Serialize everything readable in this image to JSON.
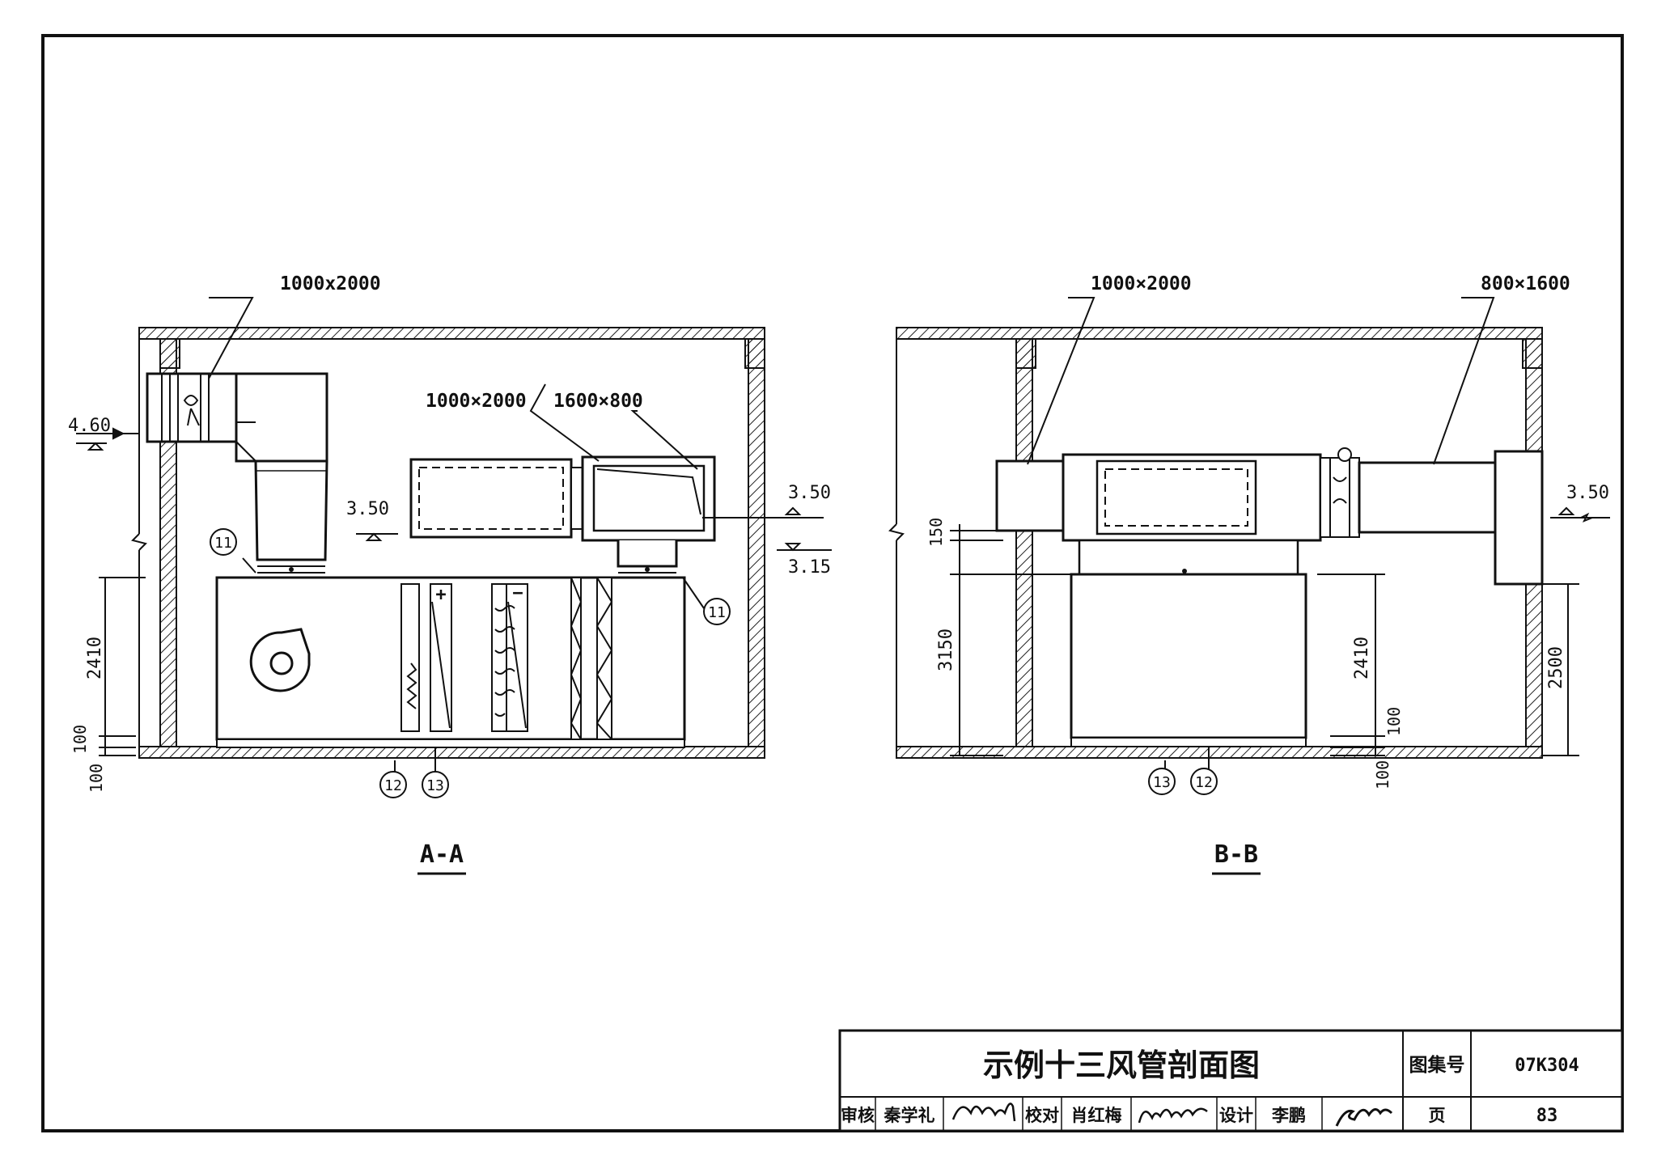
{
  "section_aa": {
    "title": "A-A",
    "dims": {
      "duct_top": "1000x2000",
      "duct_mid": "1000×2000",
      "duct_right": "1600×800",
      "elev_460": "4.60",
      "elev_350_left": "3.50",
      "elev_350_right": "3.50",
      "elev_315": "3.15",
      "h_2410": "2410",
      "h_100_a": "100",
      "h_100_b": "100"
    },
    "markers": {
      "m11_left": "11",
      "m11_right": "11",
      "m12": "12",
      "m13": "13"
    },
    "coil_signs": {
      "heating": "+",
      "cooling": "−"
    }
  },
  "section_bb": {
    "title": "B-B",
    "dims": {
      "duct_left": "1000×2000",
      "duct_right": "800×1600",
      "elev_350": "3.50",
      "h_150": "150",
      "h_3150": "3150",
      "h_2410": "2410",
      "h_100_a": "100",
      "h_100_b": "100",
      "h_2500": "2500"
    },
    "markers": {
      "m13": "13",
      "m12": "12"
    }
  },
  "title_block": {
    "drawing_title": "示例十三风管剖面图",
    "atlas_label": "图集号",
    "atlas_value": "07K304",
    "review_label": "审核",
    "reviewer": "秦学礼",
    "check_label": "校对",
    "checker": "肖红梅",
    "design_label": "设计",
    "designer": "李鹏",
    "page_label": "页",
    "page_value": "83"
  }
}
